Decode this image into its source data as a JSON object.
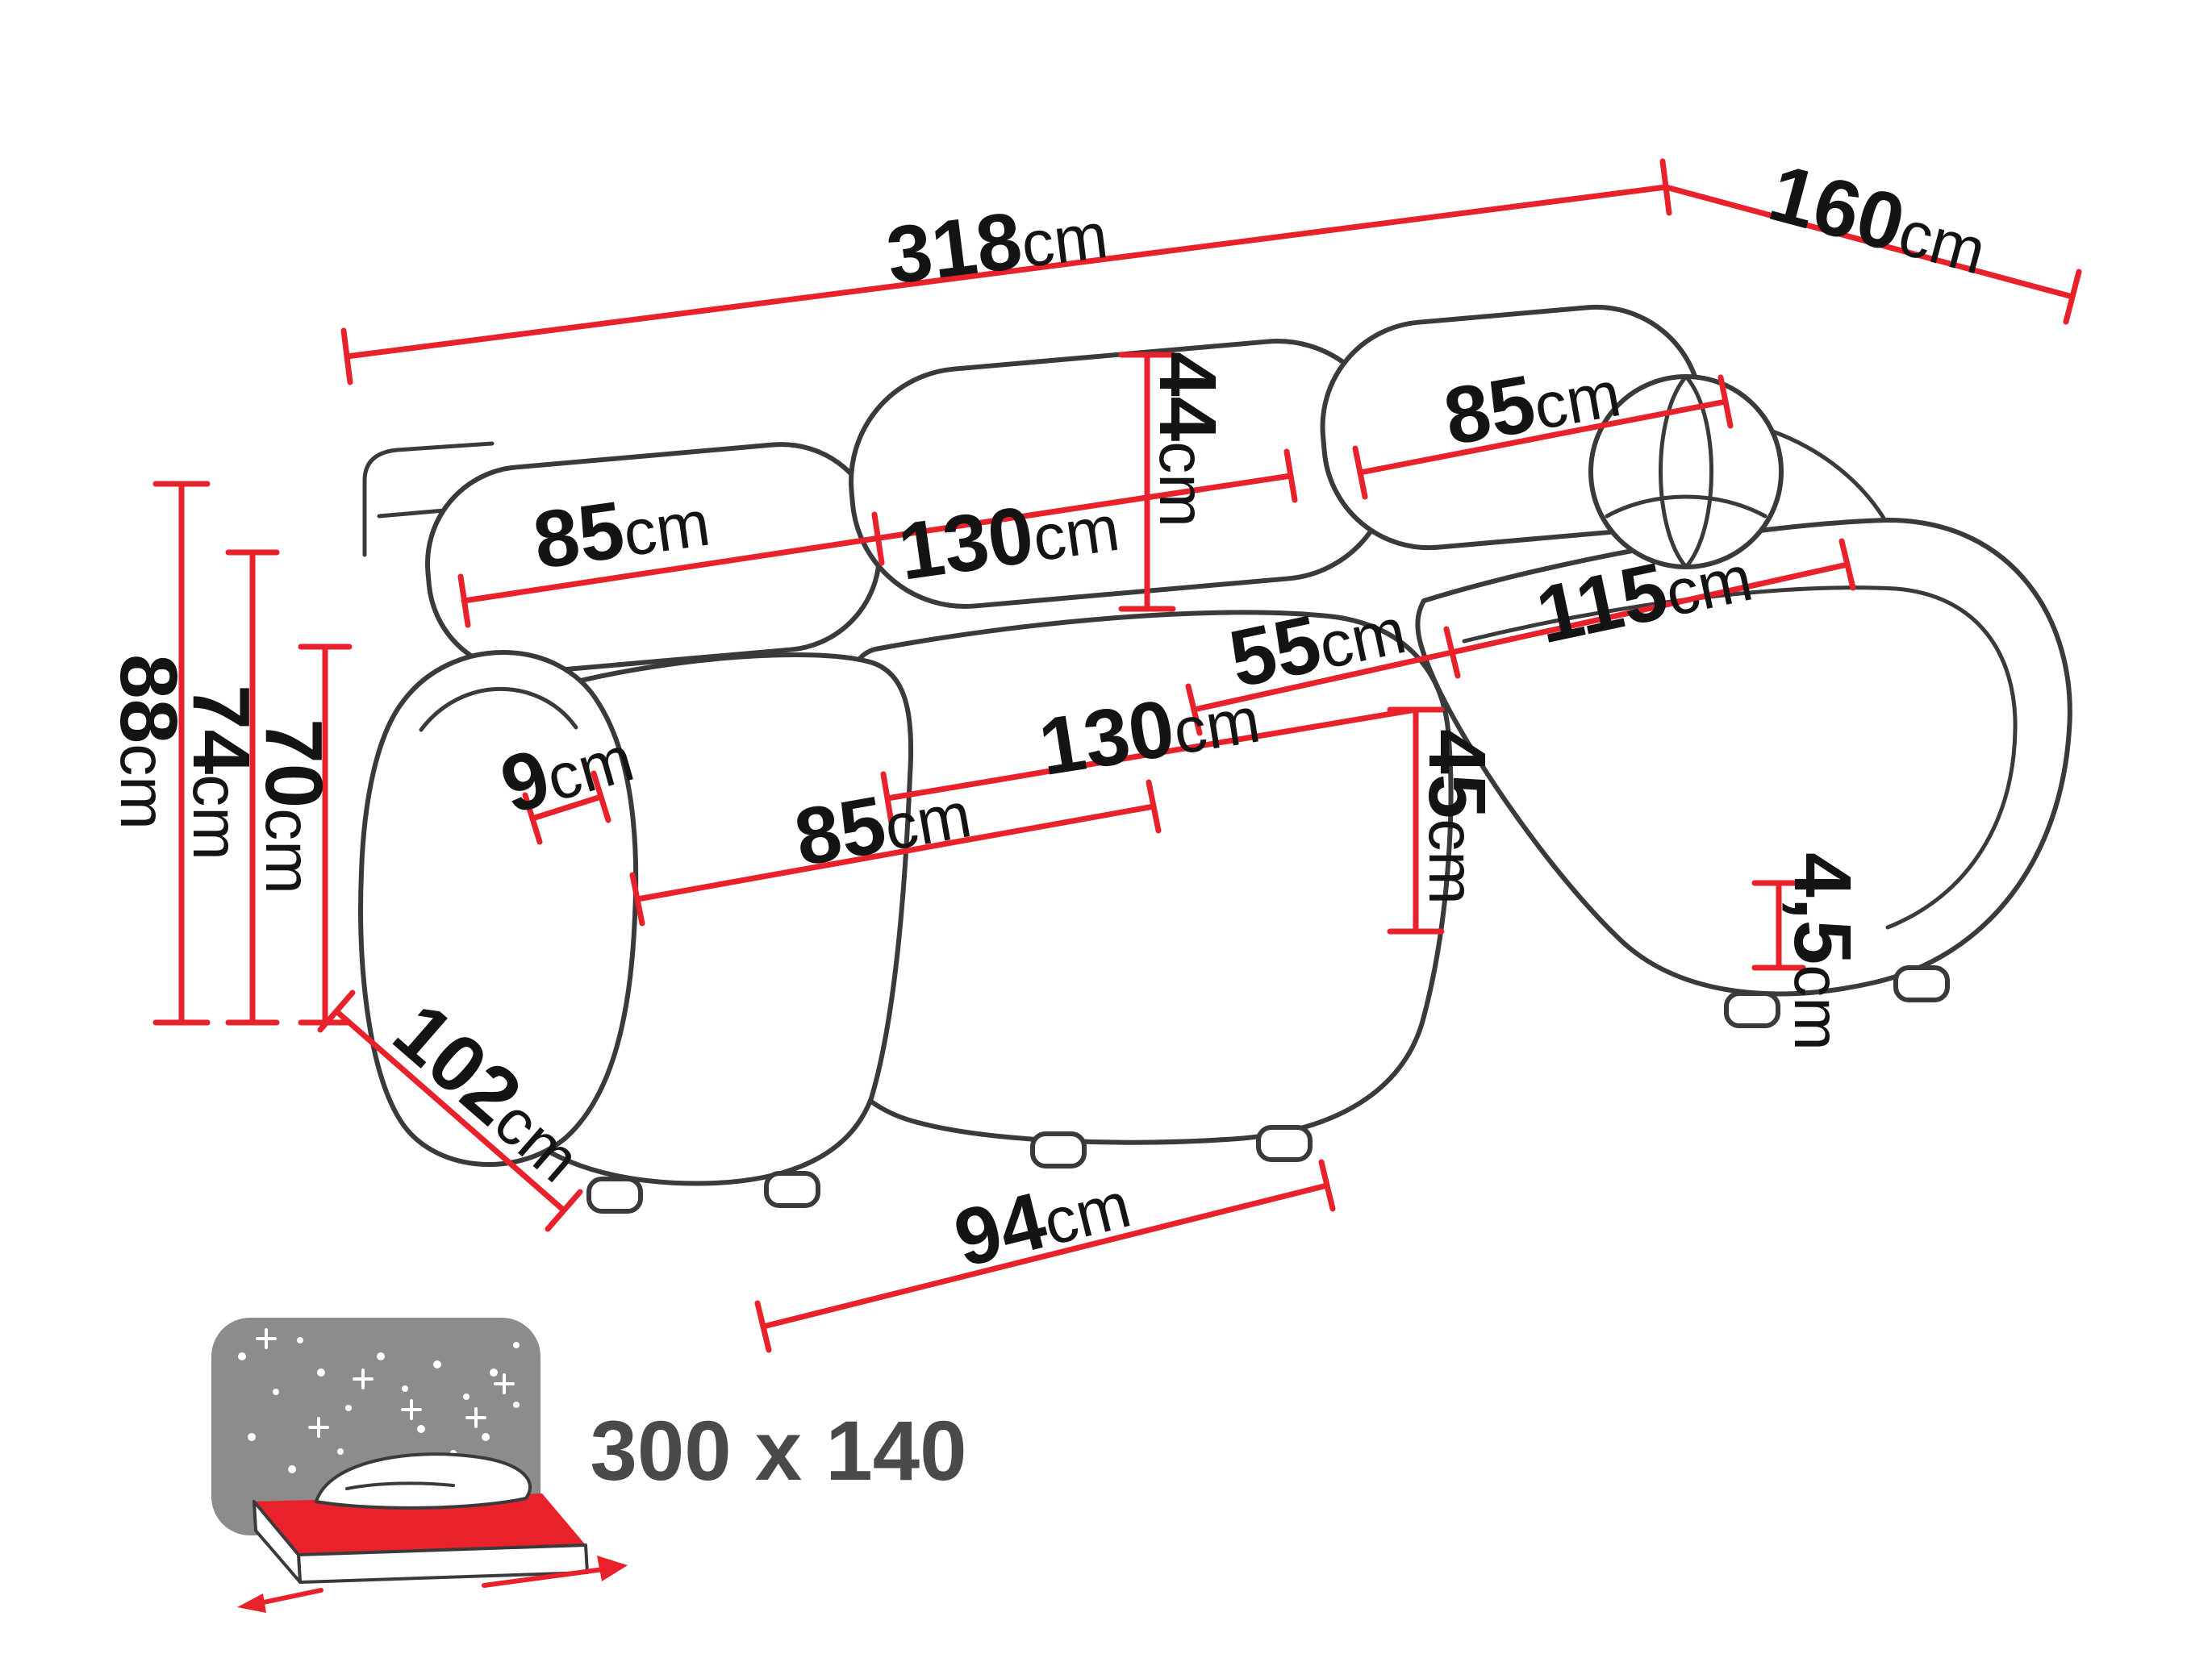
{
  "diagram": {
    "type": "furniture-dimension-diagram",
    "subject": "U-shaped corner sofa with measurements",
    "unit_default": "cm",
    "labels": {
      "total_width": {
        "value": "318",
        "unit": "cm"
      },
      "total_depth": {
        "value": "160",
        "unit": "cm"
      },
      "height_total": {
        "value": "88",
        "unit": "cm"
      },
      "height_backrest": {
        "value": "74",
        "unit": "cm"
      },
      "height_armrest": {
        "value": "70",
        "unit": "cm"
      },
      "backrest_left_width": {
        "value": "85",
        "unit": "cm"
      },
      "backrest_middle_width": {
        "value": "130",
        "unit": "cm"
      },
      "backrest_thickness": {
        "value": "44",
        "unit": "cm"
      },
      "backrest_right_width": {
        "value": "85",
        "unit": "cm"
      },
      "corner_seat_width": {
        "value": "55",
        "unit": "cm"
      },
      "chaise_seat_length": {
        "value": "115",
        "unit": "cm"
      },
      "seat_middle_width": {
        "value": "130",
        "unit": "cm"
      },
      "seat_depth": {
        "value": "45",
        "unit": "cm"
      },
      "seat_left_width": {
        "value": "85",
        "unit": "cm"
      },
      "armrest_width": {
        "value": "9",
        "unit": "cm"
      },
      "side_depth": {
        "value": "102",
        "unit": "cm"
      },
      "front_depth": {
        "value": "94",
        "unit": "cm"
      },
      "leg_height": {
        "value": "4,5",
        "unit": "cm"
      }
    },
    "sleeping_area": {
      "label": "300 x 140",
      "icon": "fold-out-bed-icon"
    },
    "colors": {
      "dimension_red": "#e8212b",
      "outline_gray": "#3a3a3a",
      "icon_gray": "#8c8c8c",
      "label_black": "#141414",
      "sleeping_text_gray": "#4a4a4a"
    }
  }
}
